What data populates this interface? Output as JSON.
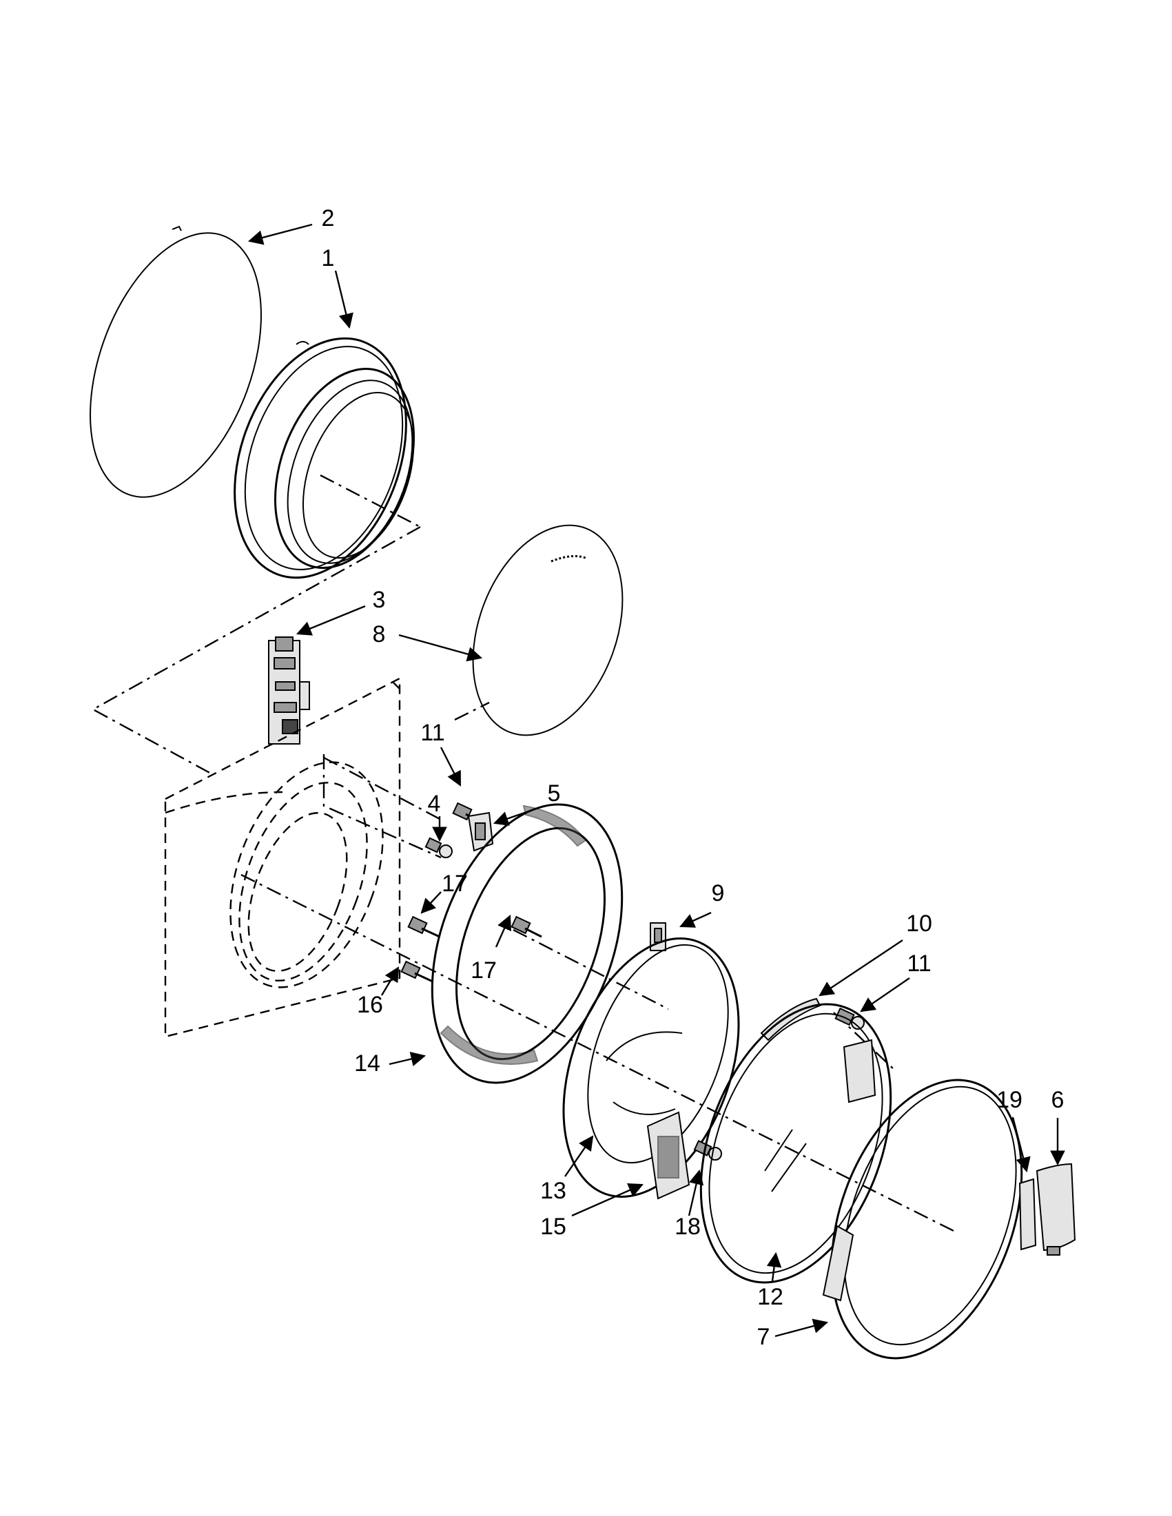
{
  "callouts": {
    "p1": "1",
    "p2": "2",
    "p3": "3",
    "p4": "4",
    "p5": "5",
    "p6": "6",
    "p7": "7",
    "p8": "8",
    "p9": "9",
    "p10": "10",
    "p11a": "11",
    "p11b": "11",
    "p12": "12",
    "p13": "13",
    "p14": "14",
    "p15": "15",
    "p16": "16",
    "p17a": "17",
    "p17b": "17",
    "p18": "18",
    "p19": "19"
  }
}
